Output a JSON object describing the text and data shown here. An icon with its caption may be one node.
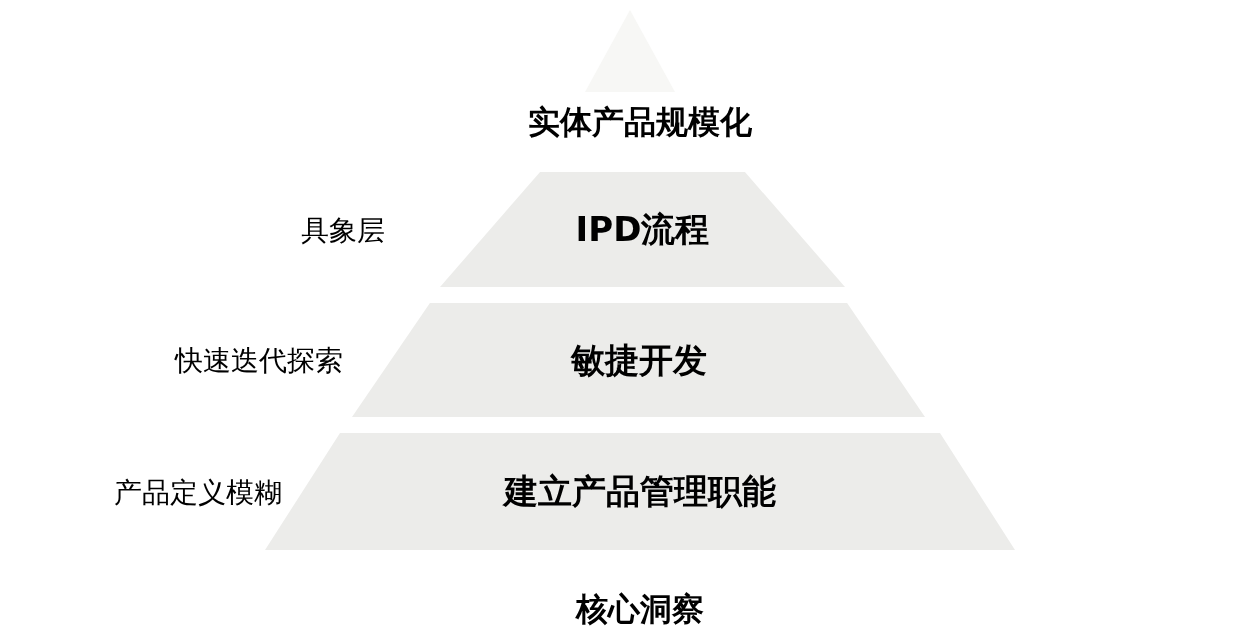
{
  "diagram": {
    "nodes": [
      {
        "text": [],
        "shape": "triangle"
      },
      {
        "text": [
          "IPD流程"
        ],
        "beside": [
          "具象层"
        ]
      },
      {
        "text": [
          "敏捷开发"
        ],
        "beside": [
          "快速迭代探索"
        ]
      },
      {
        "text": [
          "建立产品管理职能"
        ],
        "beside": [
          "产品定义模糊"
        ]
      }
    ],
    "edges": [],
    "labels": [
      "实体产品规模化",
      "核心洞察"
    ]
  }
}
